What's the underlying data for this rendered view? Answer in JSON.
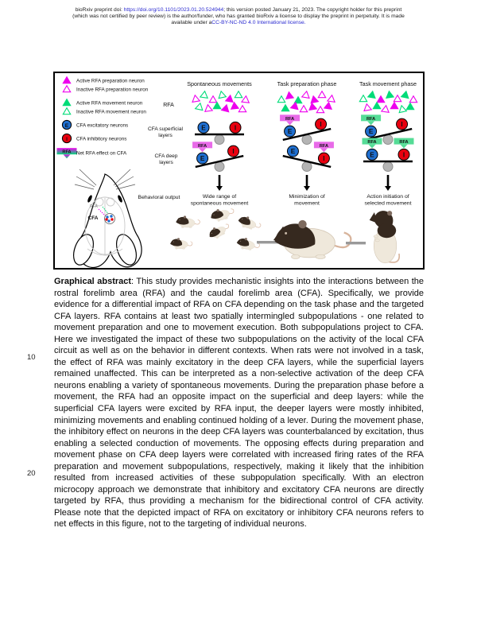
{
  "banner": {
    "line1_prefix": "bioRxiv preprint doi: ",
    "line1_link": "https://doi.org/10.1101/2023.01.20.524944",
    "line1_suffix": "; this version posted January 21, 2023. The copyright holder for this preprint",
    "line2": "(which was not certified by peer review) is the author/funder, who has granted bioRxiv a license to display the preprint in perpetuity. It is made",
    "line3_prefix": "available under a",
    "line3_link": "CC-BY-NC-ND 4.0 International license.",
    "link_color": "#2b2bd0"
  },
  "figure": {
    "colors": {
      "magenta": "#ee00ee",
      "green": "#00dc78",
      "blue": "#1f6fd0",
      "red": "#e8000f",
      "gray": "#b4b4b4",
      "badge_magenta": "#e86ae8",
      "badge_green": "#55dc96"
    },
    "legend": {
      "items": [
        {
          "icon": "triangle-magenta-filled-icon",
          "label": "Active RFA preparation neuron"
        },
        {
          "icon": "triangle-magenta-outline-icon",
          "label": "Inactive RFA preparation neuron"
        },
        {
          "icon": "triangle-green-filled-icon",
          "label": "Active RFA movement neuron"
        },
        {
          "icon": "triangle-green-outline-icon",
          "label": "Inactive RFA movement neuron"
        },
        {
          "icon": "excitatory-neuron-icon",
          "label": "CFA excitatory neurons"
        },
        {
          "icon": "inhibitory-neuron-icon",
          "label": "CFA inhibitory neurons"
        },
        {
          "icon": "net-rfa-effect-icon",
          "label": "Net RFA effect on CFA"
        }
      ]
    },
    "labels": {
      "rfa_row": "RFA",
      "superficial_row": [
        "CFA superficial",
        "layers"
      ],
      "deep_row": [
        "CFA deep",
        "layers"
      ],
      "output_row": "Behavioral output"
    },
    "brain": {
      "rfa_label": "RFA",
      "cfa_label": "CFA"
    },
    "badge_text": "RFA",
    "neuron_letters": {
      "excitatory": "E",
      "inhibitory": "I"
    },
    "columns": [
      {
        "title": "Spontaneous movements",
        "output": [
          "Wide range of",
          "spontaneous movement"
        ],
        "cluster": [
          [
            "mo",
            -30,
            -6,
            -10
          ],
          [
            "go",
            -19,
            -11,
            8
          ],
          [
            "mo",
            -8,
            -5,
            0
          ],
          [
            "go",
            3,
            -11,
            -12
          ],
          [
            "mf",
            13,
            -6,
            10
          ],
          [
            "go",
            24,
            -11,
            0
          ],
          [
            "mo",
            33,
            -5,
            6
          ],
          [
            "go",
            -25,
            4,
            12
          ],
          [
            "mo",
            -14,
            6,
            -8
          ],
          [
            "gf",
            -3,
            3,
            0
          ],
          [
            "mf",
            8,
            6,
            14
          ],
          [
            "mf",
            19,
            3,
            -6
          ],
          [
            "mo",
            29,
            7,
            0
          ]
        ],
        "seesaws": {
          "superficial": {
            "tilt": 0,
            "badges": []
          },
          "deep": {
            "tilt": -13,
            "badges": [
              {
                "on": "E",
                "color": "magenta"
              }
            ]
          }
        }
      },
      {
        "title": "Task preparation phase",
        "output": [
          "Minimization of",
          "movement"
        ],
        "cluster": [
          [
            "go",
            -32,
            -5,
            0
          ],
          [
            "mf",
            -22,
            -10,
            -8
          ],
          [
            "gf",
            -11,
            -4,
            0
          ],
          [
            "mo",
            -1,
            -11,
            10
          ],
          [
            "mf",
            9,
            -5,
            -12
          ],
          [
            "mo",
            19,
            -11,
            0
          ],
          [
            "mo",
            31,
            -6,
            8
          ],
          [
            "gf",
            -27,
            6,
            0
          ],
          [
            "mf",
            -15,
            3,
            12
          ],
          [
            "mo",
            -4,
            7,
            0
          ],
          [
            "mf",
            7,
            4,
            -10
          ],
          [
            "mo",
            17,
            8,
            0
          ],
          [
            "mf",
            27,
            3,
            8
          ]
        ],
        "seesaws": {
          "superficial": {
            "tilt": -13,
            "badges": [
              {
                "on": "E",
                "color": "magenta"
              }
            ]
          },
          "deep": {
            "tilt": 13,
            "badges": [
              {
                "on": "I",
                "color": "magenta"
              }
            ]
          }
        }
      },
      {
        "title": "Task movement phase",
        "output": [
          "Action initiation of",
          "selected movement"
        ],
        "cluster": [
          [
            "go",
            -31,
            -6,
            0
          ],
          [
            "gf",
            -20,
            -11,
            10
          ],
          [
            "mf",
            -9,
            -5,
            0
          ],
          [
            "gf",
            2,
            -11,
            -8
          ],
          [
            "mo",
            12,
            -6,
            0
          ],
          [
            "gf",
            22,
            -11,
            12
          ],
          [
            "mo",
            32,
            -5,
            0
          ],
          [
            "mo",
            -26,
            5,
            -10
          ],
          [
            "gf",
            -14,
            3,
            0
          ],
          [
            "mo",
            -3,
            7,
            8
          ],
          [
            "mf",
            8,
            3,
            0
          ],
          [
            "go",
            18,
            7,
            -12
          ],
          [
            "gf",
            28,
            4,
            0
          ]
        ],
        "seesaws": {
          "superficial": {
            "tilt": -13,
            "badges": [
              {
                "on": "E",
                "color": "green"
              }
            ]
          },
          "deep": {
            "tilt": 0,
            "badges": [
              {
                "on": "E",
                "color": "green"
              },
              {
                "on": "I",
                "color": "green"
              }
            ]
          }
        }
      }
    ]
  },
  "abstract": {
    "line_numbers": [
      "10",
      "20"
    ],
    "lead": "Graphical abstract",
    "body": ": This study provides mechanistic insights into the interactions between the rostral forelimb area (RFA) and the caudal forelimb area (CFA). Specifically, we provide evidence for a differential impact of RFA on CFA depending on the task phase and the targeted CFA layers. RFA contains at least two spatially intermingled subpopulations - one related to movement preparation and one to movement execution. Both subpopulations project to CFA. Here we investigated the impact of these two subpopulations on the activity of the local CFA circuit as well as on the behavior in different contexts. When rats were not involved in a task, the effect of RFA was mainly excitatory in the deep CFA layers, while the superficial layers remained unaffected. This can be interpreted as a non-selective activation of the deep CFA neurons enabling a variety of spontaneous movements. During the preparation phase before a movement, the RFA had an opposite impact on the superficial and deep layers: while the superficial CFA layers were excited by RFA input, the deeper layers were mostly inhibited, minimizing movements and enabling continued holding of a lever. During the movement phase, the inhibitory effect on neurons in the deep CFA layers was counterbalanced by excitation, thus enabling a selected conduction of movements. The opposing effects during preparation and movement phase on CFA deep layers were correlated with increased firing rates of the RFA preparation and movement subpopulations, respectively, making it likely that the inhibition resulted from increased activities of these subpopulation specifically. With an electron microcopy approach we demonstrate that inhibitory and excitatory CFA neurons are directly targeted by RFA, thus providing a mechanism for the bidirectional control of CFA activity. Please note that the depicted impact of RFA on excitatory or inhibitory CFA neurons refers to net effects in this figure, not to the targeting of individual neurons."
  }
}
